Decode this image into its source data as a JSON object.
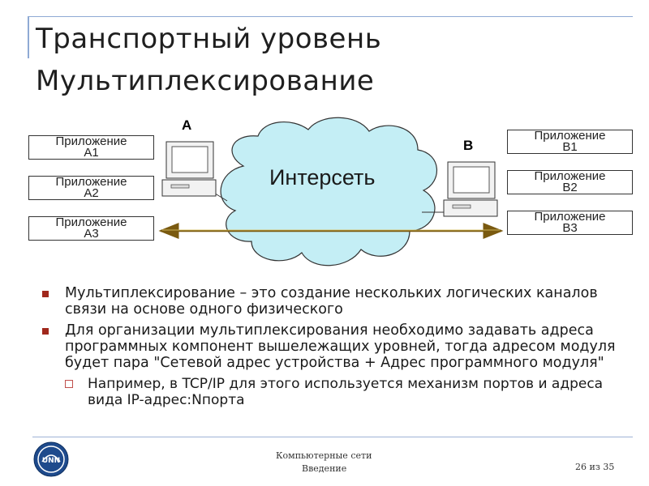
{
  "title": {
    "line1": "Транспортный уровень",
    "line2": "Мультиплексирование"
  },
  "diagram": {
    "host_a_label": "A",
    "host_b_label": "B",
    "cloud_label": "Интерсеть",
    "apps_a": [
      {
        "l1": "Приложение",
        "l2": "A1"
      },
      {
        "l1": "Приложение",
        "l2": "A2"
      },
      {
        "l1": "Приложение",
        "l2": "A3"
      }
    ],
    "apps_b": [
      {
        "l1": "Приложение",
        "l2": "B1"
      },
      {
        "l1": "Приложение",
        "l2": "B2"
      },
      {
        "l1": "Приложение",
        "l2": "B3"
      }
    ],
    "colors": {
      "cloud_fill": "#c4eef5",
      "arrow": "#7a5a10"
    }
  },
  "bullets": {
    "b1": "Мультиплексирование – это создание нескольких логических каналов связи на основе одного физического",
    "b2": "Для организации мультиплексирования необходимо задавать адреса программных компонент вышележащих уровней, тогда адресом модуля будет пара \"Сетевой адрес устройства + Адрес программного модуля\"",
    "sub1": "Например, в TCP/IP для этого используется механизм портов и адреса вида IP-адрес:Nпорта"
  },
  "footer": {
    "course": "Компьютерные сети",
    "section": "Введение",
    "page": "26 из 35",
    "logo_text": "UNN"
  }
}
